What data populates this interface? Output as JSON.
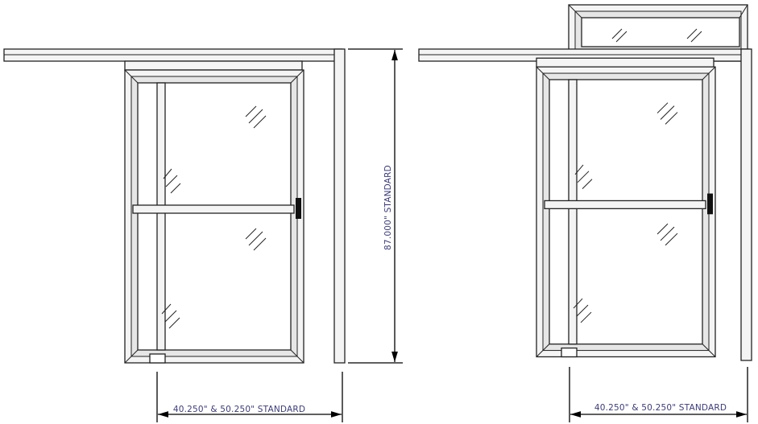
{
  "drawings": [
    {
      "width_label": "40.250\" & 50.250\" STANDARD",
      "height_label": "87.000\" STANDARD",
      "transom": false
    },
    {
      "width_label": "40.250\" & 50.250\" STANDARD",
      "transom": true
    }
  ],
  "colors": {
    "dimension_text": "#3b3b7a",
    "line": "#222222"
  }
}
